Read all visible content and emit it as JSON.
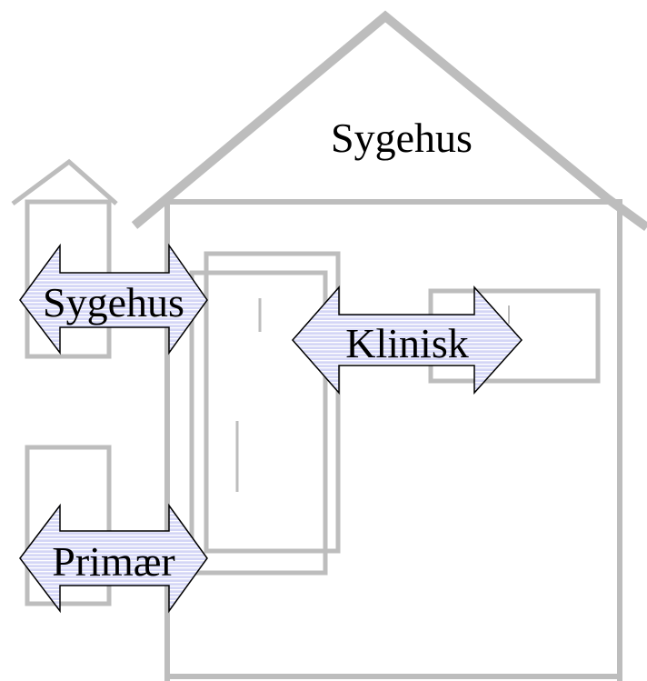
{
  "house": {
    "label": "Sygehus"
  },
  "arrows": {
    "left_top": {
      "label": "Sygehus"
    },
    "middle": {
      "label": "Klinisk"
    },
    "left_bottom": {
      "label": "Primær"
    }
  },
  "colors": {
    "outline": "#bdbdbd",
    "arrow_fill": "#d4d6f6",
    "arrow_stripe": "#ffffff",
    "arrow_stroke": "#000000",
    "text": "#000000"
  }
}
